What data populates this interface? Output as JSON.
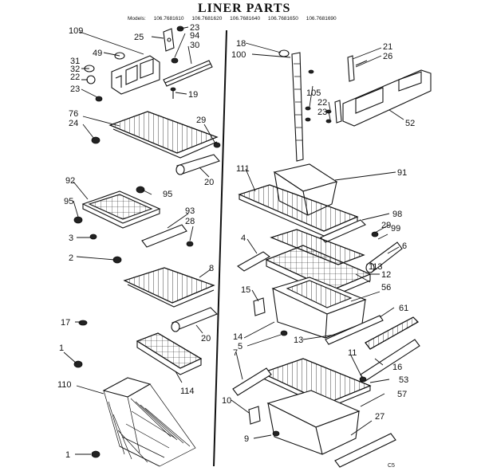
{
  "title": "LINER PARTS",
  "models_label": "Models:",
  "models": [
    "106.7681610",
    "106.7681620",
    "106.7681640",
    "106.7681650",
    "106.7681690"
  ],
  "footer_code": "C5",
  "callouts": {
    "c109": "109",
    "c25": "25",
    "c23a": "23",
    "c94": "94",
    "c30": "30",
    "c49": "49",
    "c31": "31",
    "c32": "32",
    "c22a": "22",
    "c23b": "23",
    "c19": "19",
    "c76": "76",
    "c24": "24",
    "c29a": "29",
    "c20a": "20",
    "c92": "92",
    "c95a": "95",
    "c95b": "95",
    "c93": "93",
    "c28": "28",
    "c3": "3",
    "c2": "2",
    "c8": "8",
    "c17": "17",
    "c20b": "20",
    "c1a": "1",
    "c114": "114",
    "c110": "110",
    "c1b": "1",
    "c18": "18",
    "c100": "100",
    "c21": "21",
    "c26": "26",
    "c105": "105",
    "c22b": "22",
    "c23c": "23",
    "c52": "52",
    "c111": "111",
    "c91": "91",
    "c98": "98",
    "c29b": "29",
    "c99": "99",
    "c4": "4",
    "c6": "6",
    "c12": "12",
    "c113": "113",
    "c56": "56",
    "c15": "15",
    "c61": "61",
    "c14": "14",
    "c5": "5",
    "c13": "13",
    "c7": "7",
    "c11": "11",
    "c16": "16",
    "c53": "53",
    "c57": "57",
    "c10": "10",
    "c27": "27",
    "c9": "9"
  }
}
